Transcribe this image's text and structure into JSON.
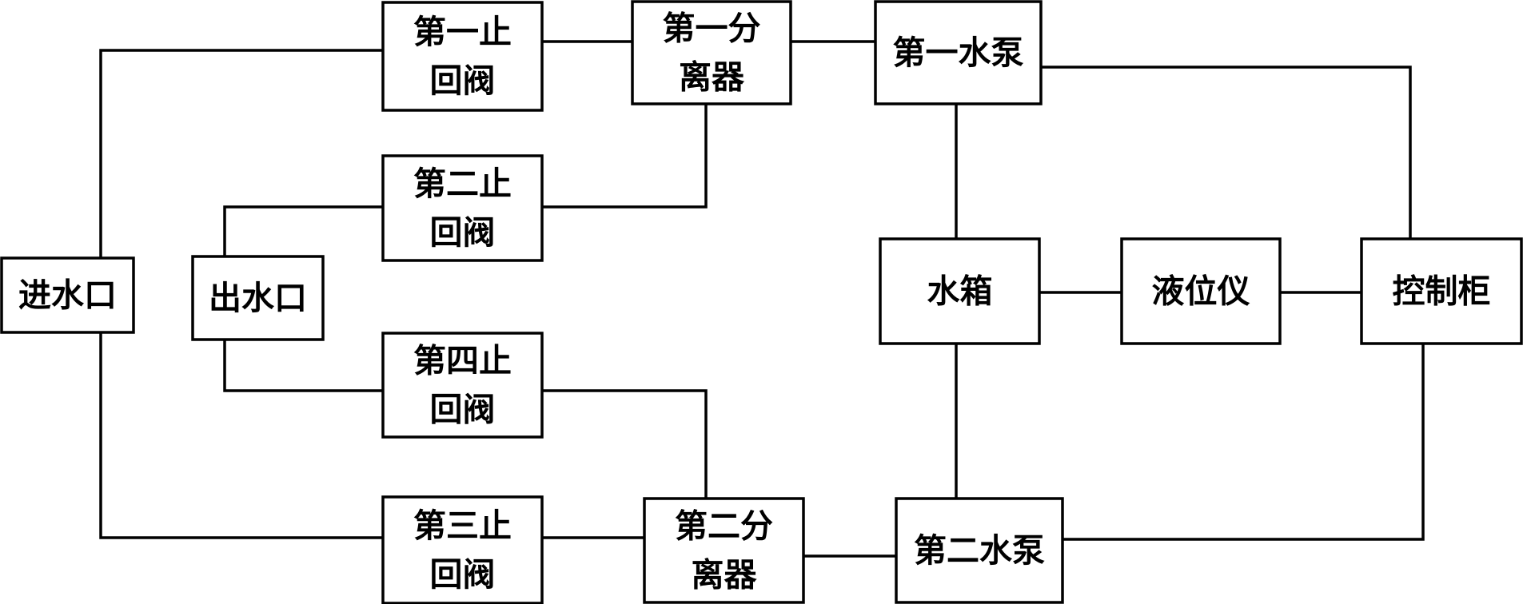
{
  "diagram": {
    "nodes": [
      {
        "id": "inlet",
        "lines": [
          "进水口"
        ]
      },
      {
        "id": "outlet",
        "lines": [
          "出水口"
        ]
      },
      {
        "id": "check-valve-1",
        "lines": [
          "第一止",
          "回阀"
        ]
      },
      {
        "id": "check-valve-2",
        "lines": [
          "第二止",
          "回阀"
        ]
      },
      {
        "id": "check-valve-3",
        "lines": [
          "第三止",
          "回阀"
        ]
      },
      {
        "id": "check-valve-4",
        "lines": [
          "第四止",
          "回阀"
        ]
      },
      {
        "id": "separator-1",
        "lines": [
          "第一分",
          "离器"
        ]
      },
      {
        "id": "separator-2",
        "lines": [
          "第二分",
          "离器"
        ]
      },
      {
        "id": "pump-1",
        "lines": [
          "第一水泵"
        ]
      },
      {
        "id": "pump-2",
        "lines": [
          "第二水泵"
        ]
      },
      {
        "id": "water-tank",
        "lines": [
          "水箱"
        ]
      },
      {
        "id": "level-gauge",
        "lines": [
          "液位仪"
        ]
      },
      {
        "id": "control-cabinet",
        "lines": [
          "控制柜"
        ]
      }
    ],
    "edges": [
      {
        "from": "inlet",
        "to": "check-valve-1"
      },
      {
        "from": "inlet",
        "to": "check-valve-3"
      },
      {
        "from": "check-valve-1",
        "to": "separator-1"
      },
      {
        "from": "separator-1",
        "to": "pump-1"
      },
      {
        "from": "separator-1",
        "to": "check-valve-2"
      },
      {
        "from": "check-valve-2",
        "to": "outlet"
      },
      {
        "from": "outlet",
        "to": "check-valve-4"
      },
      {
        "from": "check-valve-4",
        "to": "separator-2"
      },
      {
        "from": "check-valve-3",
        "to": "separator-2"
      },
      {
        "from": "separator-2",
        "to": "pump-2"
      },
      {
        "from": "pump-1",
        "to": "water-tank"
      },
      {
        "from": "water-tank",
        "to": "pump-2"
      },
      {
        "from": "water-tank",
        "to": "level-gauge"
      },
      {
        "from": "level-gauge",
        "to": "control-cabinet"
      },
      {
        "from": "pump-1",
        "to": "control-cabinet"
      },
      {
        "from": "pump-2",
        "to": "control-cabinet"
      }
    ]
  }
}
